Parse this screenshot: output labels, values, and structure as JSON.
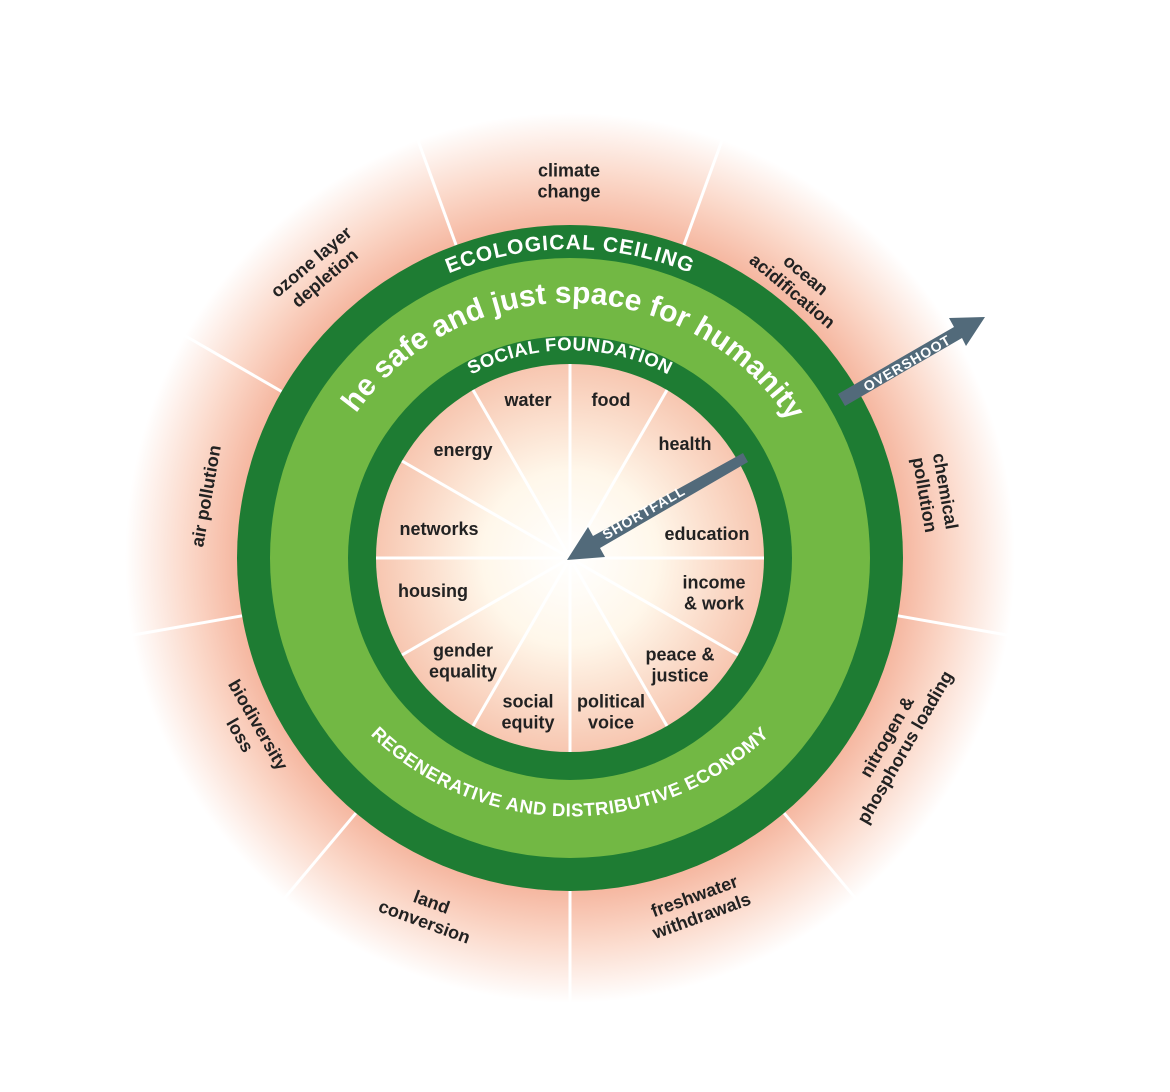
{
  "labels": {
    "ecological_ceiling": "ECOLOGICAL CEILING",
    "safe_space": "the safe and just space for humanity",
    "social_foundation": "SOCIAL FOUNDATION",
    "regenerative_economy": "REGENERATIVE AND DISTRIBUTIVE ECONOMY",
    "overshoot": "OVERSHOOT",
    "shortfall": "SHORTFALL"
  },
  "ecological_dimensions": [
    [
      "climate",
      "change"
    ],
    [
      "ocean",
      "acidification"
    ],
    [
      "chemical",
      "pollution"
    ],
    [
      "nitrogen &",
      "phosphorus loading"
    ],
    [
      "freshwater",
      "withdrawals"
    ],
    [
      "land",
      "conversion"
    ],
    [
      "biodiversity",
      "loss"
    ],
    [
      "air pollution"
    ],
    [
      "ozone layer",
      "depletion"
    ]
  ],
  "social_dimensions": [
    [
      "food"
    ],
    [
      "health"
    ],
    [
      "education"
    ],
    [
      "income",
      "& work"
    ],
    [
      "peace &",
      "justice"
    ],
    [
      "political",
      "voice"
    ],
    [
      "social",
      "equity"
    ],
    [
      "gender",
      "equality"
    ],
    [
      "housing"
    ],
    [
      "networks"
    ],
    [
      "energy"
    ],
    [
      "water"
    ]
  ],
  "colors": {
    "dark_green": "#1e7c33",
    "light_green": "#72b844",
    "salmon": "#f3a98f",
    "arrow": "#526a7a"
  }
}
